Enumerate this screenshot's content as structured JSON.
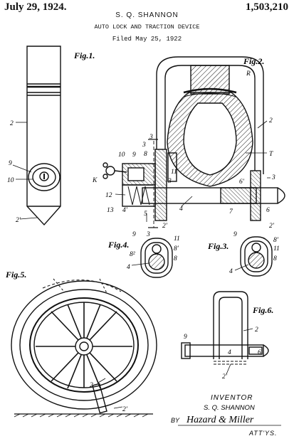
{
  "header": {
    "date": "July 29, 1924.",
    "patent_number": "1,503,210",
    "inventor_name": "S. Q. SHANNON",
    "title": "AUTO LOCK AND TRACTION DEVICE",
    "filed": "Filed May 25, 1922"
  },
  "figures": {
    "fig1": "Fig.1.",
    "fig2": "Fig.2.",
    "fig3": "Fig.3.",
    "fig4": "Fig.4.",
    "fig5": "Fig.5.",
    "fig6": "Fig.6."
  },
  "labels": {
    "f1_2": "2",
    "f1_9": "9",
    "f1_10": "10",
    "f1_2p": "2'",
    "f2_R": "R",
    "f2_2": "2",
    "f2_T": "T",
    "f2_3a": "3",
    "f2_3b": "3",
    "f2_3c": "3",
    "f2_10": "10",
    "f2_9": "9",
    "f2_8": "8",
    "f2_11": "11",
    "f2_K": "K",
    "f2_12": "12",
    "f2_13": "13",
    "f2_4p": "4'",
    "f2_5": "5",
    "f2_4": "4",
    "f2_6p": "6'",
    "f2_7": "7",
    "f2_6": "6",
    "f2_2pa": "2'",
    "f2_2pb": "2'",
    "f2_3d": "3",
    "f2_3e": "3",
    "f4_9": "9",
    "f4_11": "11",
    "f4_8p": "8'",
    "f4_82": "8²",
    "f4_8": "8",
    "f4_4": "4",
    "f3_9": "9",
    "f3_8p": "8'",
    "f3_11": "11",
    "f3_8": "8",
    "f3_4": "4",
    "f5_2": "2",
    "f5_2p": "2'",
    "f6_2": "2",
    "f6_9": "9",
    "f6_4": "4",
    "f6_6": "6",
    "f6_2p": "2'"
  },
  "signature": {
    "heading": "INVENTOR",
    "name": "S. Q. SHANNON",
    "by": "BY",
    "signature": "Hazard & Miller",
    "attys": "ATT'YS."
  }
}
